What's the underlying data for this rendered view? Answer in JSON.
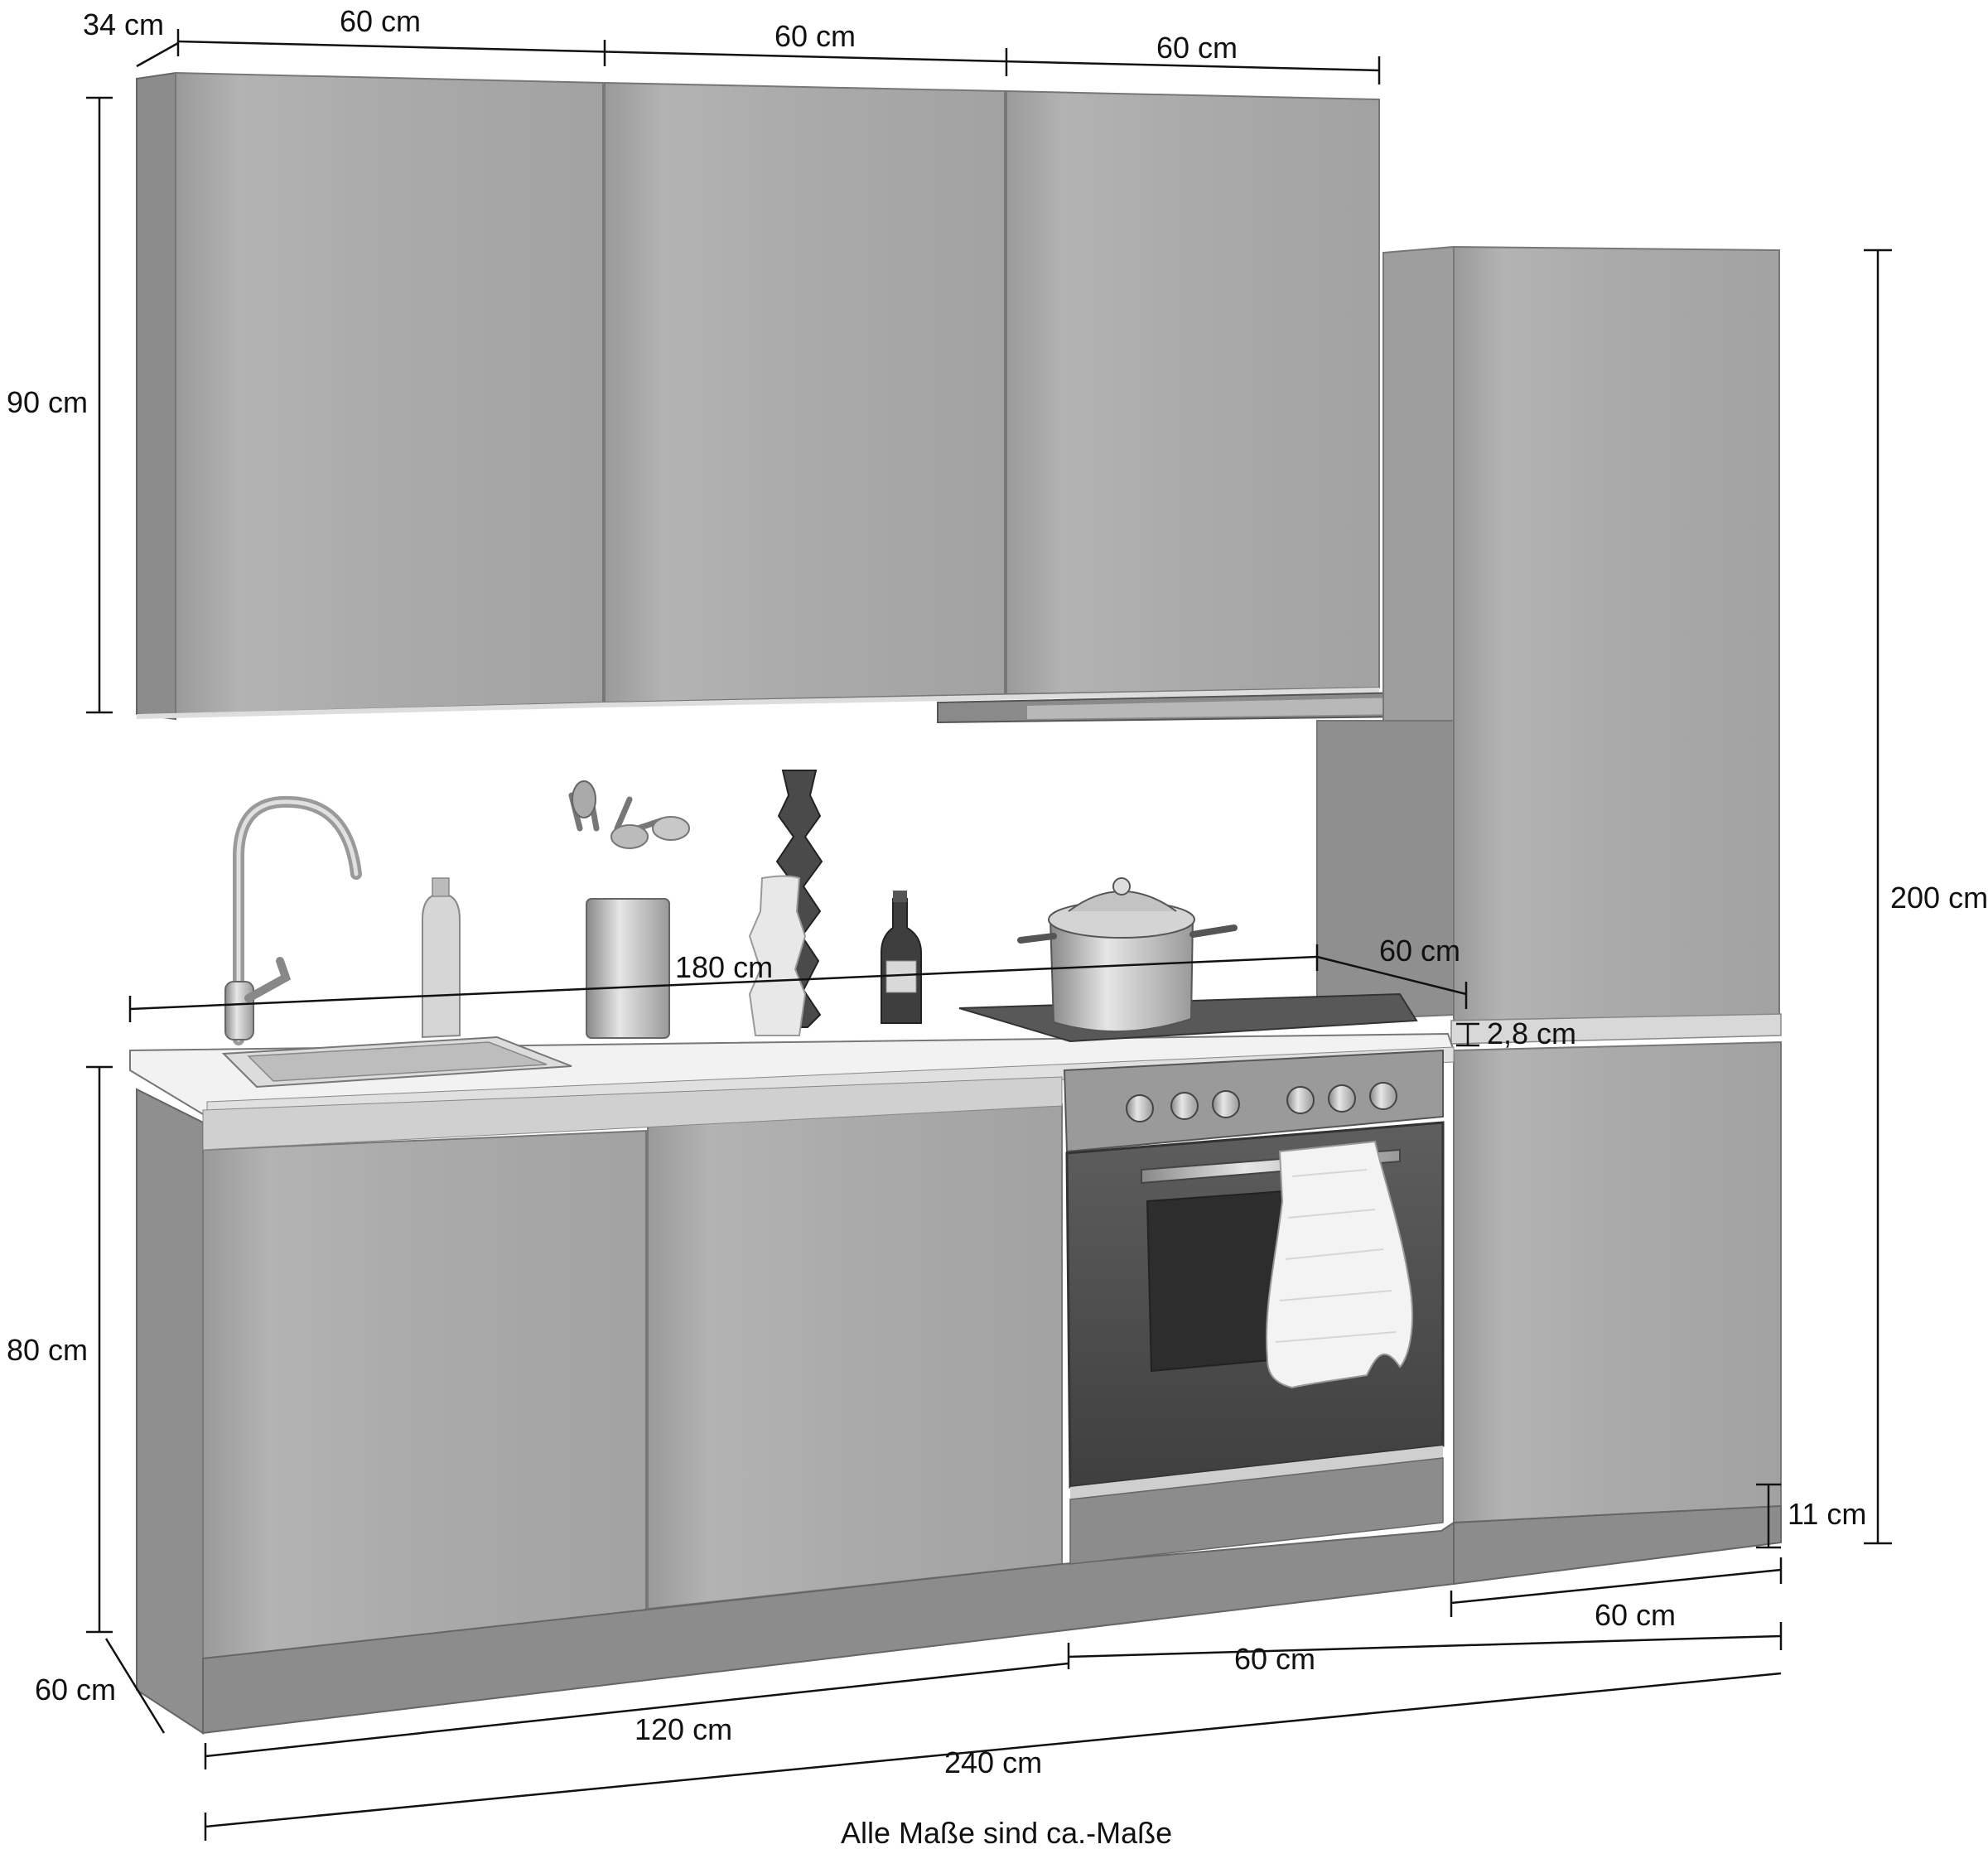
{
  "colors": {
    "cabinet": "#a9a9a9",
    "cabinet_dark": "#8f8f8f",
    "cabinet_edge": "#6f6f6f",
    "countertop": "#ffffff",
    "background": "#ffffff",
    "steel": "#c8c8c8",
    "dimension_line": "#111111"
  },
  "labels": {
    "depth_wall": "34 cm",
    "wall_1_width": "60 cm",
    "wall_2_width": "60 cm",
    "wall_3_width": "60 cm",
    "wall_height": "90 cm",
    "tall_height": "200 cm",
    "counter_width": "180 cm",
    "hob_width": "60 cm",
    "worktop_thickness": "2,8 cm",
    "base_height": "80 cm",
    "plinth_height": "11 cm",
    "base_depth": "60 cm",
    "tall_base_width": "60 cm",
    "oven_width": "60 cm",
    "sink_section_width": "120 cm",
    "total_width": "240 cm"
  },
  "caption": "Alle Maße sind ca.-Maße",
  "icons": [
    "faucet-icon",
    "soap-bottle-icon",
    "utensil-holder-icon",
    "pepper-mill-icon",
    "oil-bottle-icon",
    "cooking-pot-icon",
    "oven-icon",
    "tea-towel-icon"
  ]
}
